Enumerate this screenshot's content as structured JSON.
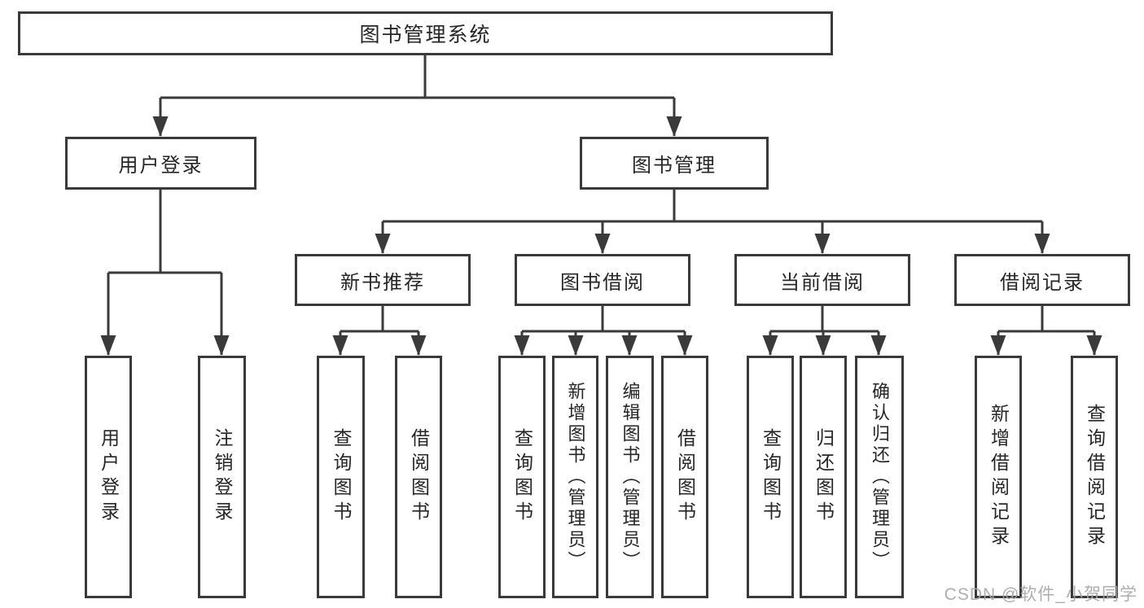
{
  "diagram_title": "图书管理系统",
  "tree": {
    "label": "图书管理系统",
    "children": [
      {
        "label": "用户登录",
        "children": [
          {
            "label": "用户登录"
          },
          {
            "label": "注销登录"
          }
        ]
      },
      {
        "label": "图书管理",
        "children": [
          {
            "label": "新书推荐",
            "children": [
              {
                "label": "查询图书"
              },
              {
                "label": "借阅图书"
              }
            ]
          },
          {
            "label": "图书借阅",
            "children": [
              {
                "label": "查询图书"
              },
              {
                "label": "新增图书（管理员）"
              },
              {
                "label": "编辑图书（管理员）"
              },
              {
                "label": "借阅图书"
              }
            ]
          },
          {
            "label": "当前借阅",
            "children": [
              {
                "label": "查询图书"
              },
              {
                "label": "归还图书"
              },
              {
                "label": "确认归还（管理员）"
              }
            ]
          },
          {
            "label": "借阅记录",
            "children": [
              {
                "label": "新增借阅记录"
              },
              {
                "label": "查询借阅记录"
              }
            ]
          }
        ]
      }
    ]
  },
  "watermark": {
    "text": "CSDN @软件_小贺同学"
  },
  "colors": {
    "line": "#3a3a3a",
    "text": "#262626",
    "background": "#ffffff",
    "watermark": "#a5a5a5"
  }
}
